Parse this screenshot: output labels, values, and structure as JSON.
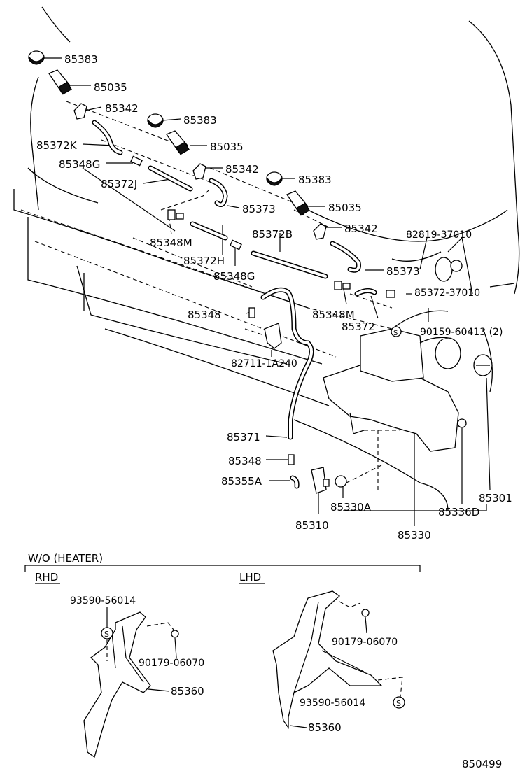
{
  "labels": {
    "p85383a": "85383",
    "p85035a": "85035",
    "p85342a": "85342",
    "p85383b": "85383",
    "p85372K": "85372K",
    "p85035b": "85035",
    "p85348G_a": "85348G",
    "p85342b": "85342",
    "p85383c": "85383",
    "p85372J": "85372J",
    "p85035c": "85035",
    "p85373a": "85373",
    "p85342c": "85342",
    "p82819": "82819-37010",
    "p85348M_a": "85348M",
    "p85372B": "85372B",
    "p85372H": "85372H",
    "p85373b": "85373",
    "p85348G_b": "85348G",
    "p85372_37010": "85372-37010",
    "p85348": "85348",
    "p85348M_b": "85348M",
    "p85372": "85372",
    "p90159": "90159-60413 (2)",
    "p82711": "82711-1A240",
    "p85371": "85371",
    "p85348_b": "85348",
    "p85355A": "85355A",
    "p85301": "85301",
    "p85330A": "85330A",
    "p85336D": "85336D",
    "p85310": "85310",
    "p85330": "85330"
  },
  "inset": {
    "title": "W/O (HEATER)",
    "rhd": "RHD",
    "lhd": "LHD",
    "rhd_bolt": "93590-56014",
    "rhd_nut": "90179-06070",
    "rhd_bracket": "85360",
    "lhd_nut": "90179-06070",
    "lhd_bolt": "93590-56014",
    "lhd_bracket": "85360",
    "s_marker": "S"
  },
  "footer": {
    "figure_number": "850499"
  }
}
